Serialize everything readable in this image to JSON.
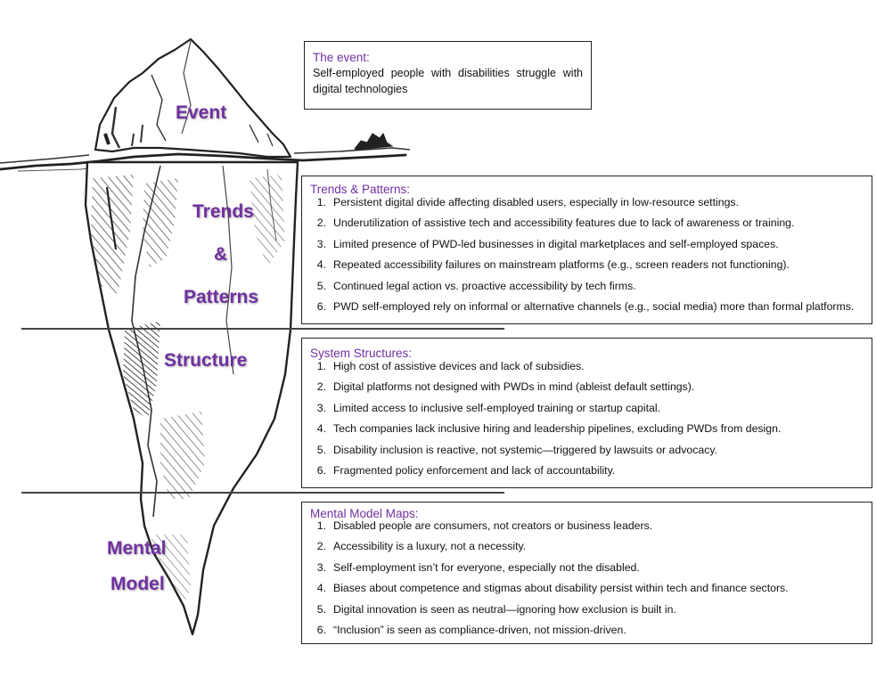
{
  "labels": {
    "event": "Event",
    "trends_line1": "Trends",
    "trends_line2": "&",
    "trends_line3": "Patterns",
    "structure": "Structure",
    "mental_line1": "Mental",
    "mental_line2": "Model"
  },
  "event_box": {
    "title": "The event:",
    "body": "Self-employed people with disabilities struggle with digital technologies"
  },
  "trends_box": {
    "title": "Trends & Patterns:",
    "items": [
      {
        "num": "1.",
        "text": "Persistent digital divide affecting disabled users, especially in low-resource settings."
      },
      {
        "num": "2.",
        "text": "Underutilization of assistive tech and accessibility features due to lack of awareness or training."
      },
      {
        "num": "3.",
        "text": "Limited presence of PWD-led businesses in digital marketplaces and self-employed spaces."
      },
      {
        "num": "4.",
        "text": "Repeated accessibility failures on mainstream platforms (e.g., screen readers not functioning)."
      },
      {
        "num": "5.",
        "text": "Continued legal action vs. proactive accessibility by tech firms."
      },
      {
        "num": "6.",
        "text": "PWD self-employed rely on informal or alternative channels (e.g., social media) more than formal platforms."
      }
    ]
  },
  "structures_box": {
    "title": "System Structures:",
    "items": [
      {
        "num": "1.",
        "text": "High cost of assistive devices and lack of subsidies."
      },
      {
        "num": "2.",
        "text": "Digital platforms not designed with PWDs in mind (ableist default settings)."
      },
      {
        "num": "3.",
        "text": "Limited access to inclusive self-employed training or startup capital."
      },
      {
        "num": "4.",
        "text": "Tech companies lack inclusive hiring and leadership pipelines, excluding PWDs from design."
      },
      {
        "num": "5.",
        "text": "Disability inclusion is reactive, not systemic—triggered by lawsuits or advocacy."
      },
      {
        "num": "6.",
        "text": "Fragmented policy enforcement and lack of accountability."
      }
    ]
  },
  "mental_box": {
    "title": "Mental Model Maps:",
    "items": [
      {
        "num": "1.",
        "text": "Disabled people are consumers, not creators or business leaders."
      },
      {
        "num": "2.",
        "text": "Accessibility is a luxury, not a necessity."
      },
      {
        "num": "3.",
        "text": "Self-employment isn’t for everyone, especially not the disabled."
      },
      {
        "num": "4.",
        "text": "Biases about competence and stigmas about disability persist within tech and finance sectors."
      },
      {
        "num": "5.",
        "text": "Digital innovation is seen as neutral—ignoring how exclusion is built in."
      },
      {
        "num": "6.",
        "text": "“Inclusion” is seen as compliance-driven, not mission-driven."
      }
    ]
  },
  "colors": {
    "label_purple": "#7030a0",
    "ink": "#222222"
  }
}
